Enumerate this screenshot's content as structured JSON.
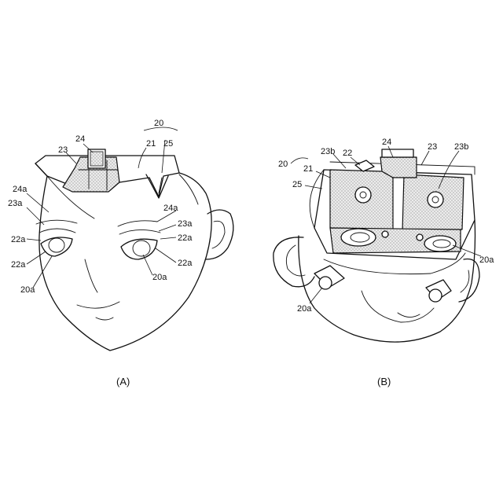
{
  "figure_a": {
    "caption": "(A)",
    "labels": {
      "l20": "20",
      "l21": "21",
      "l25": "25",
      "l24": "24",
      "l23": "23",
      "l24a_left": "24a",
      "l23a_left": "23a",
      "l22a_left_1": "22a",
      "l22a_left_2": "22a",
      "l20a_left": "20a",
      "l24a_right": "24a",
      "l23a_right": "23a",
      "l22a_right_1": "22a",
      "l22a_right_2": "22a",
      "l20a_right": "20a"
    }
  },
  "figure_b": {
    "caption": "(B)",
    "labels": {
      "l20": "20",
      "l21": "21",
      "l25": "25",
      "l23b_left": "23b",
      "l22": "22",
      "l24": "24",
      "l23": "23",
      "l23b_right": "23b",
      "l20a_right": "20a",
      "l20a_bottom": "20a"
    }
  },
  "colors": {
    "ink": "#111111",
    "background": "#ffffff"
  }
}
